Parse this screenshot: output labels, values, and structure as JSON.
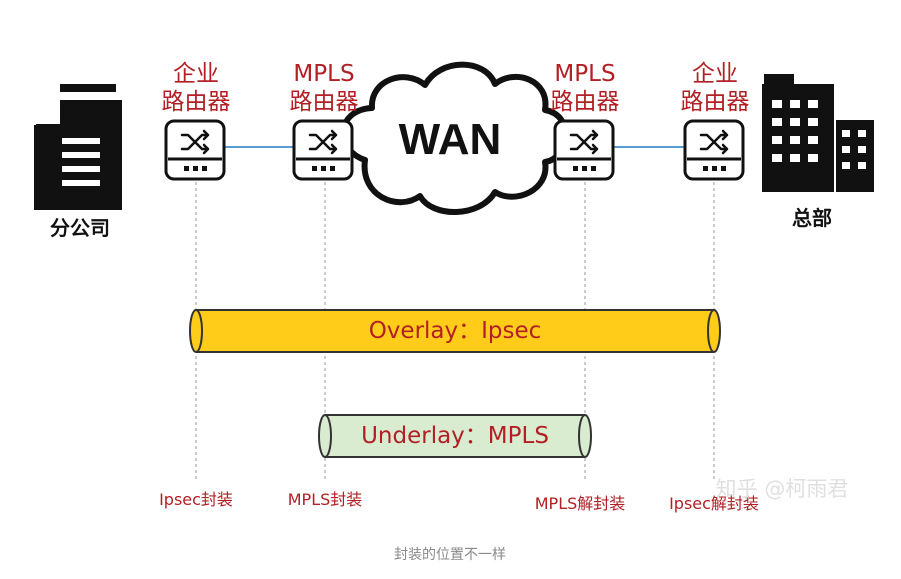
{
  "sites": {
    "branch": "分公司",
    "hq": "总部"
  },
  "routers": [
    {
      "line1": "企业",
      "line2": "路由器"
    },
    {
      "line1": "MPLS",
      "line2": "路由器"
    },
    {
      "line1": "MPLS",
      "line2": "路由器"
    },
    {
      "line1": "企业",
      "line2": "路由器"
    }
  ],
  "cloud": {
    "label": "WAN"
  },
  "tunnels": {
    "overlay": "Overlay：Ipsec",
    "underlay": "Underlay：MPLS"
  },
  "steps": [
    "Ipsec封装",
    "MPLS封装",
    "MPLS解封装",
    "Ipsec解封装"
  ],
  "caption": "封装的位置不一样",
  "watermark": "知乎 @柯雨君",
  "colors": {
    "label_red": "#b21f24",
    "overlay_fill": "#ffcc1a",
    "underlay_fill": "#d9ecd0",
    "link_blue": "#5b9bd5",
    "building": "#111111"
  },
  "icons": {
    "router": "router-switch-icon",
    "building": "office-building-icon",
    "cloud": "cloud-icon"
  }
}
